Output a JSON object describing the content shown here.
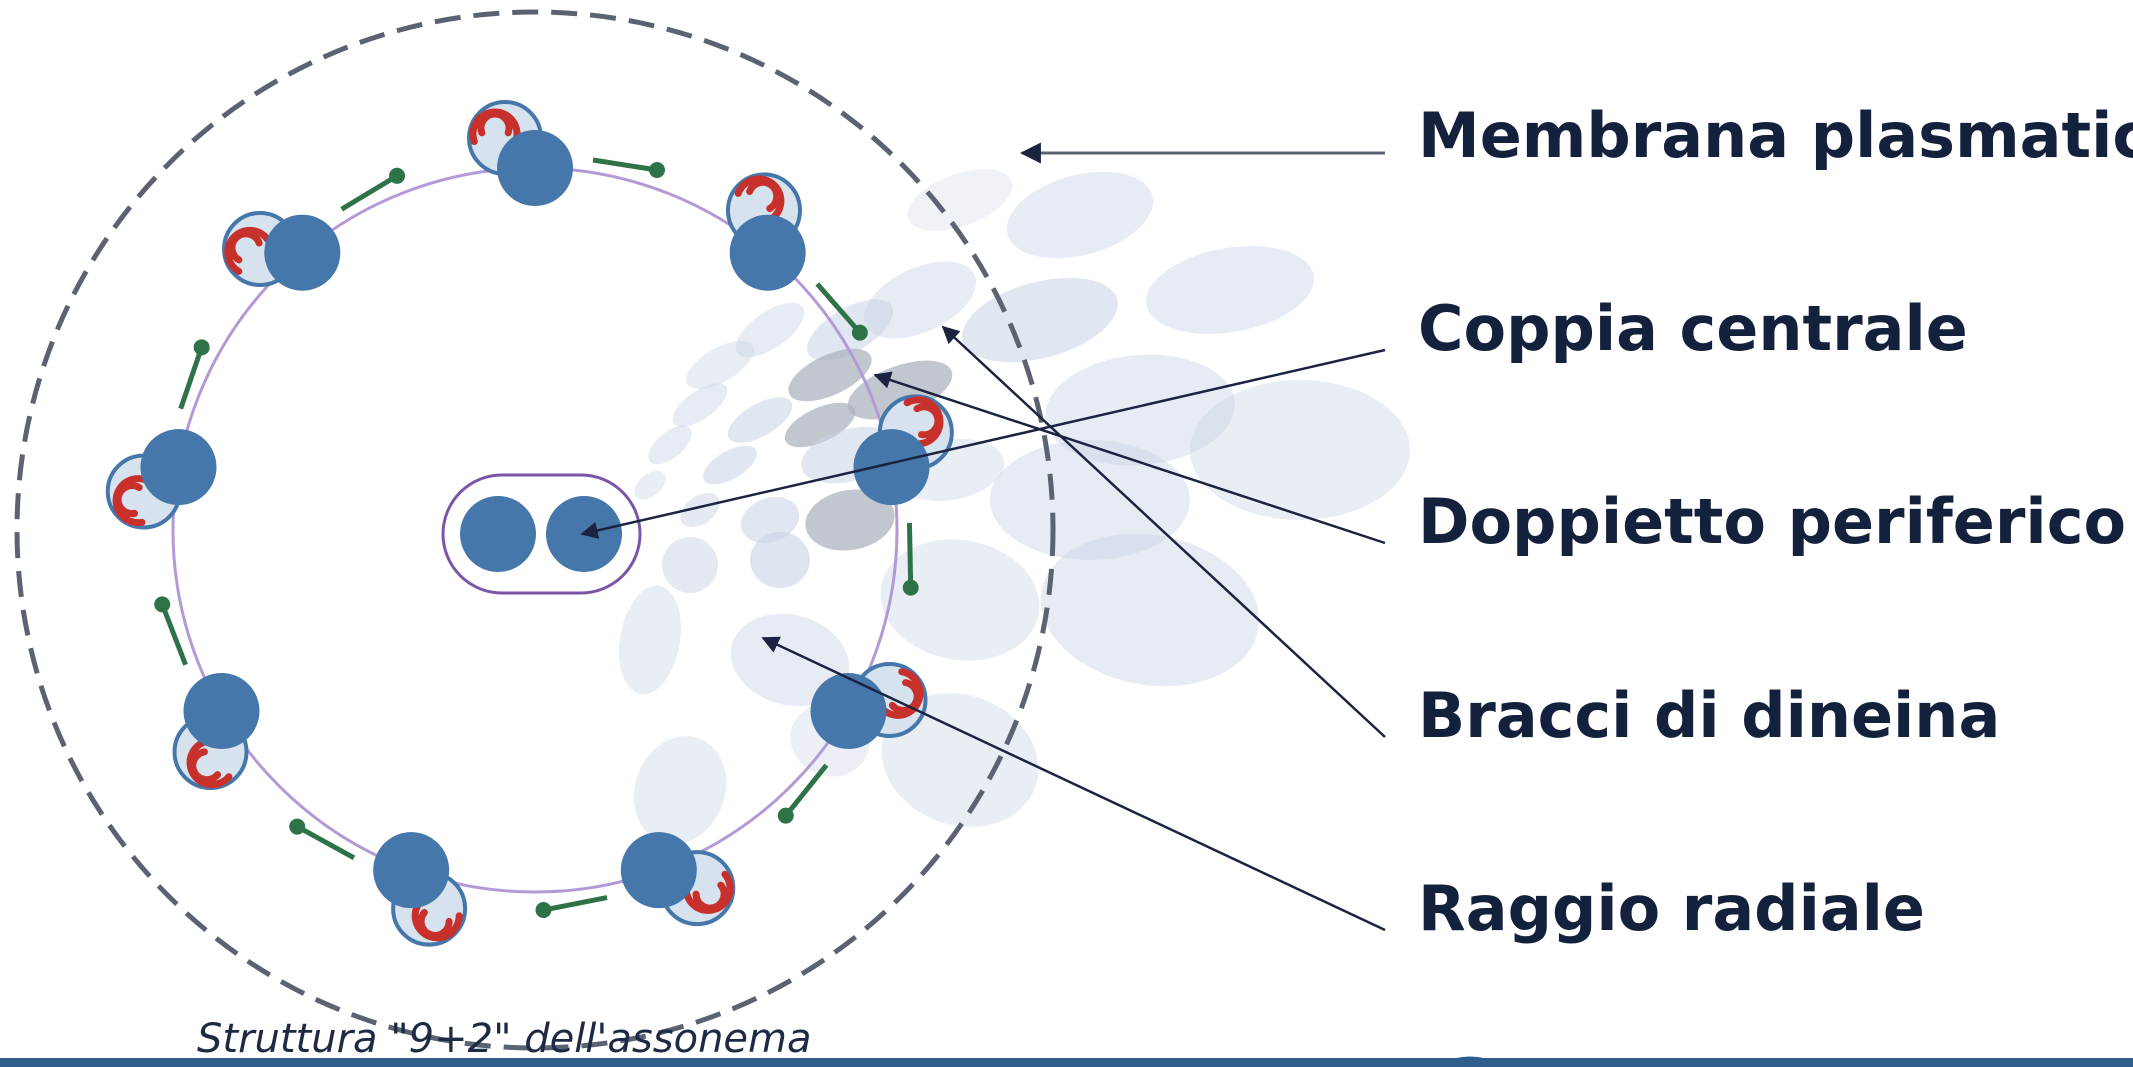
{
  "diagram": {
    "caption": "Struttura \"9+2\" dell'assonema",
    "labels": {
      "membrane": "Membrana plasmatica",
      "central_pair": "Coppia centrale",
      "peripheral_doublet": "Doppietto periferico",
      "dynein_arms": "Bracci di dineina",
      "radial_spoke": "Raggio radiale"
    },
    "peripheral_doublet_count": 9,
    "central_microtubule_count": 2,
    "colors": {
      "microtubule": "#4577aa",
      "microtubule_b": "#d6e3ee",
      "dynein_arm": "#c8302c",
      "radial_spoke": "#2e7247",
      "inner_ring": "#b39ad6",
      "central_sheath": "#7b55a8",
      "membrane": "#5b6372",
      "leader_line": "#1b2340",
      "decor_blob": "#c9d4e6",
      "footer_band": "#2f5f8f"
    }
  }
}
